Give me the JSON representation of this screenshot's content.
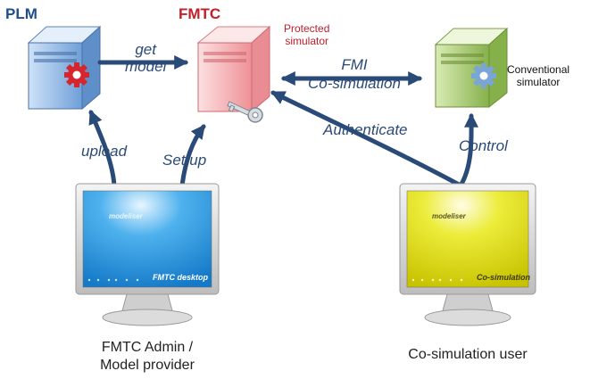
{
  "nodes": {
    "plm": {
      "title": "PLM",
      "title_color": "#1f4e8c"
    },
    "fmtc": {
      "title": "FMTC",
      "title_color": "#c0202a",
      "subtitle_line1": "Protected",
      "subtitle_line2": "simulator",
      "subtitle_color": "#c0202a"
    },
    "conventional": {
      "label_line1": "Conventional",
      "label_line2": "simulator"
    }
  },
  "edges": {
    "get_model_line1": "get",
    "get_model_line2": "model",
    "fmi_line1": "FMI",
    "fmi_line2": "Co-simulation",
    "authenticate": "Authenticate",
    "upload": "upload",
    "set_up": "Set up",
    "control": "Control"
  },
  "monitors": {
    "admin": {
      "brand": "modeliser",
      "screen_label": "FMTC desktop",
      "screen_color": "#1a8fd8"
    },
    "user": {
      "brand": "modeliser",
      "screen_label": "Co-simulation",
      "screen_color": "#d8d80a"
    }
  },
  "captions": {
    "admin_line1": "FMTC Admin /",
    "admin_line2": "Model provider",
    "user": "Co-simulation user"
  },
  "colors": {
    "arrow": "#2a4a78",
    "server_blue": "#8fb8e8",
    "server_pink": "#f4a9ad",
    "server_green": "#a6c96a"
  },
  "icons": {
    "plm_gear": "red-gear-icon",
    "fmtc_key": "key-icon",
    "conventional_gear": "blue-gear-icon"
  }
}
